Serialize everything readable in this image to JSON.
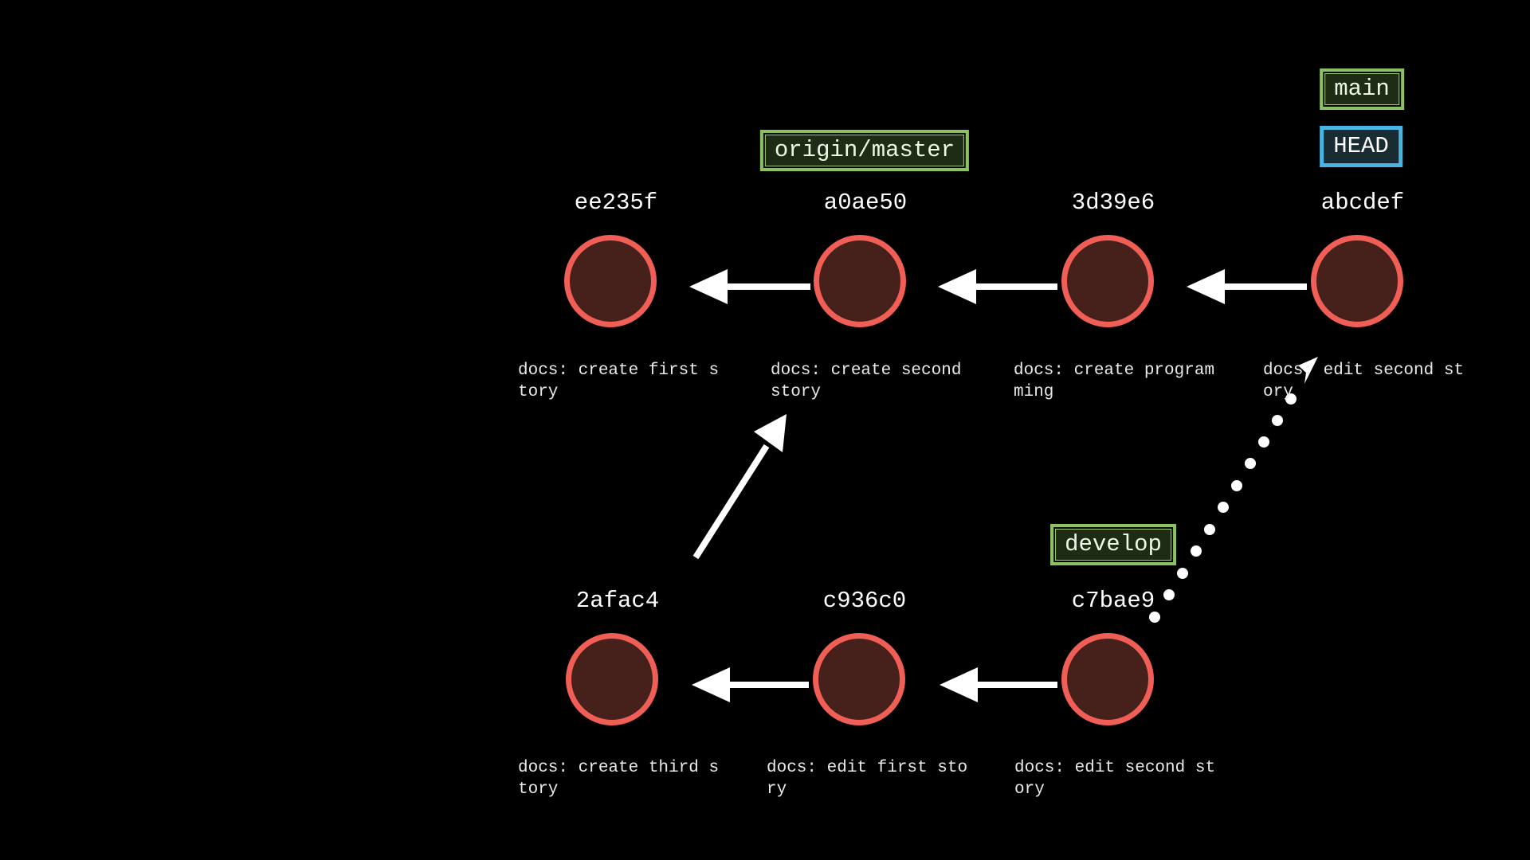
{
  "diagram_type": "git-commit-graph",
  "background": "#000000",
  "branch_labels": {
    "main": "main",
    "head": "HEAD",
    "origin_master": "origin/master",
    "develop": "develop"
  },
  "commits": [
    {
      "id": "ee235f",
      "message": "docs: create first s\ntory",
      "row": "top"
    },
    {
      "id": "a0ae50",
      "message": "docs: create second\nstory",
      "row": "top",
      "branch_tags": [
        "origin/master"
      ]
    },
    {
      "id": "3d39e6",
      "message": "docs: create program\nming",
      "row": "top"
    },
    {
      "id": "abcdef",
      "message": "docs: edit second st\nory",
      "row": "top",
      "branch_tags": [
        "main",
        "HEAD"
      ]
    },
    {
      "id": "2afac4",
      "message": "docs: create third s\ntory",
      "row": "bottom"
    },
    {
      "id": "c936c0",
      "message": "docs: edit first sto\nry",
      "row": "bottom"
    },
    {
      "id": "c7bae9",
      "message": "docs: edit second st\nory",
      "row": "bottom",
      "branch_tags": [
        "develop"
      ]
    }
  ],
  "edges": [
    {
      "from": "a0ae50",
      "to": "ee235f",
      "style": "solid-arrow-left"
    },
    {
      "from": "3d39e6",
      "to": "a0ae50",
      "style": "solid-arrow-left"
    },
    {
      "from": "abcdef",
      "to": "3d39e6",
      "style": "solid-arrow-left"
    },
    {
      "from": "c936c0",
      "to": "2afac4",
      "style": "solid-arrow-left"
    },
    {
      "from": "c7bae9",
      "to": "c936c0",
      "style": "solid-arrow-left"
    },
    {
      "from": "2afac4",
      "to": "a0ae50",
      "style": "solid-arrow-diagonal"
    },
    {
      "from": "c7bae9",
      "to": "abcdef",
      "style": "dotted-arrow"
    }
  ],
  "colors": {
    "background": "#000000",
    "commit_stroke": "#f15e55",
    "commit_fill": "#46211c",
    "branch_box_border": "#8cc163",
    "branch_box_fill": "#1f2c15",
    "branch_box_text": "#eef6e8",
    "head_box_border": "#49b5e2",
    "head_box_fill": "#192b33",
    "head_box_text": "#ffffff",
    "hash_text": "#ffffff",
    "message_text": "#e9e9e9",
    "arrow": "#ffffff"
  }
}
